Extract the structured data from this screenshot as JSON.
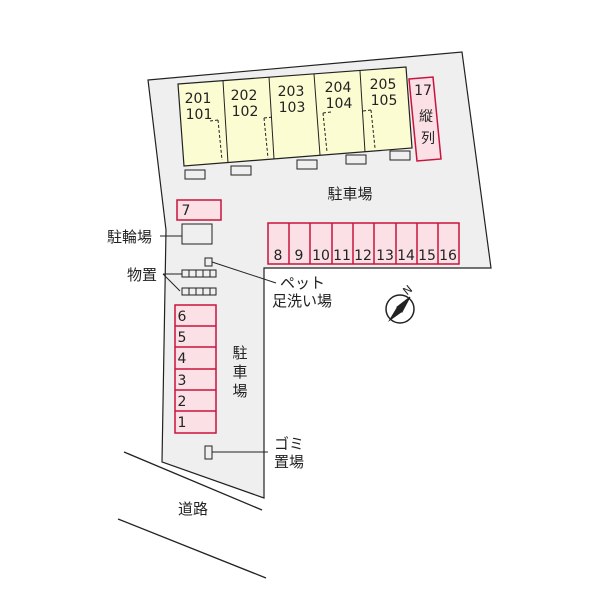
{
  "units": [
    {
      "upper": "201",
      "lower": "101"
    },
    {
      "upper": "202",
      "lower": "102"
    },
    {
      "upper": "203",
      "lower": "103"
    },
    {
      "upper": "204",
      "lower": "104"
    },
    {
      "upper": "205",
      "lower": "105"
    }
  ],
  "parking_17": {
    "number": "17",
    "label_1": "縦",
    "label_2": "列"
  },
  "parking_7": "7",
  "parking_right": [
    "8",
    "9",
    "10",
    "11",
    "12",
    "13",
    "14",
    "15",
    "16"
  ],
  "parking_left": [
    "6",
    "5",
    "4",
    "3",
    "2",
    "1"
  ],
  "labels": {
    "parking_top": "駐車場",
    "parking_side_1": "駐",
    "parking_side_2": "車",
    "parking_side_3": "場",
    "bicycle": "駐輪場",
    "storage": "物置",
    "pet_1": "ペット",
    "pet_2": "足洗い場",
    "trash_1": "ゴミ",
    "trash_2": "置場",
    "road": "道路",
    "north": "N"
  },
  "colors": {
    "lot": "#efefef",
    "building": "#fcfcd2",
    "parking_fill": "#fbe0e6",
    "parking_stroke": "#c8143c"
  }
}
